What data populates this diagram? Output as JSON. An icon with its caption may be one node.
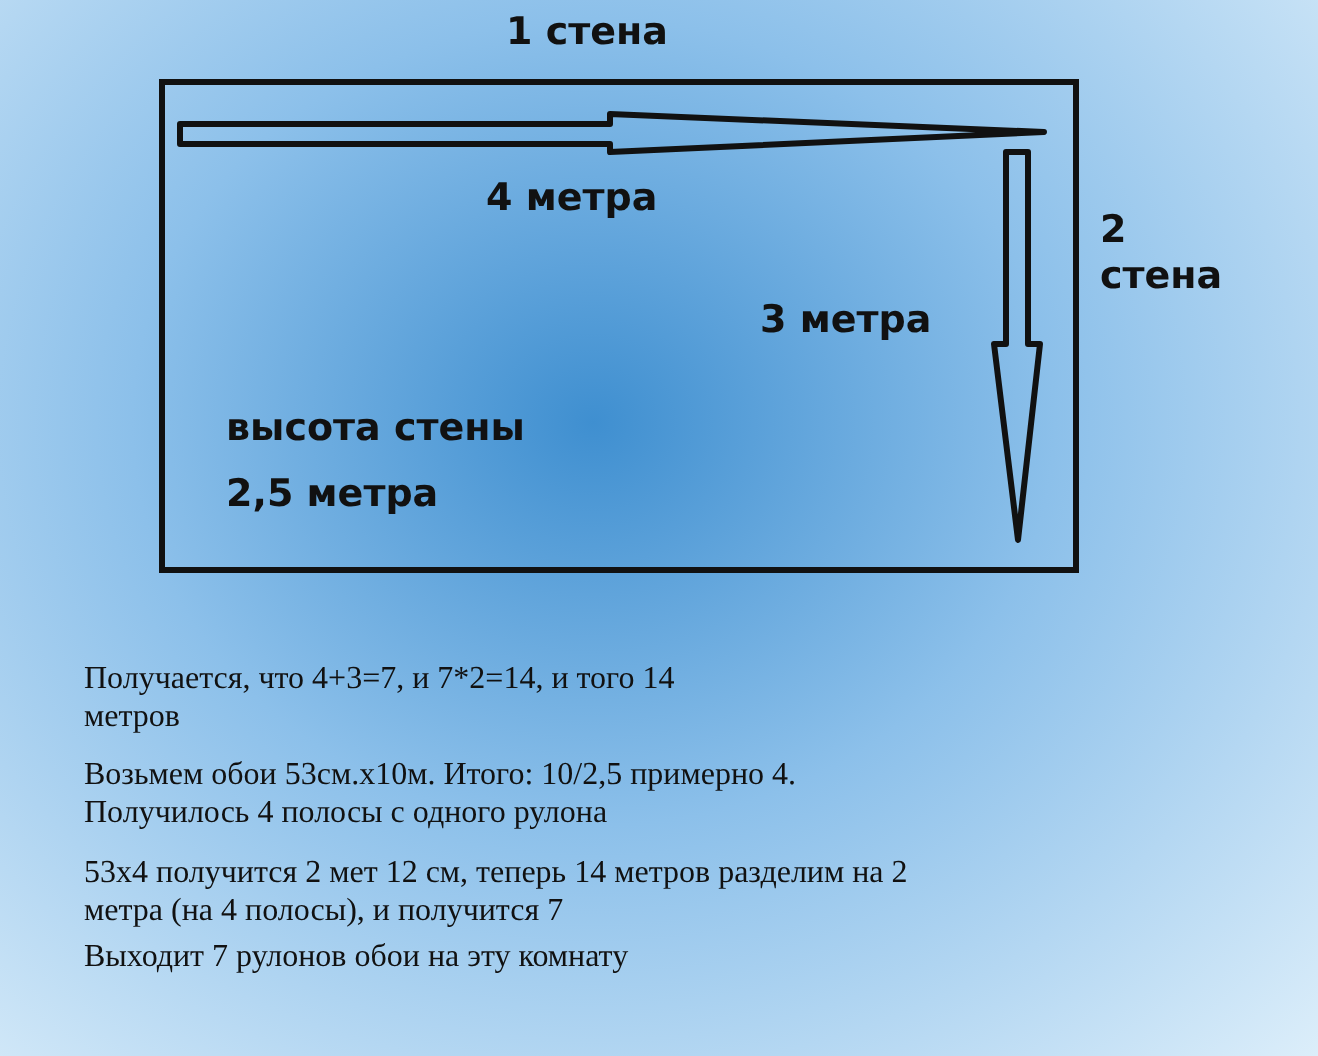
{
  "diagram": {
    "labels": [
      "1 стена",
      "4 метра",
      "2 стена",
      "3 метра",
      "высота стены",
      "2,5 метра",
      "Получается, что 4+3=7, и 7*2=14, и того 14 метров",
      "Возьмем обои 53см.х10м. Итого: 10/2,5 примерно 4. Получилось 4 полосы с одного рулона",
      "53х4 получится 2 мет 12 см, теперь 14 метров разделим на 2 метра (на 4 полосы), и получится 7",
      "Выходит 7 рулонов обои на эту комнату"
    ]
  }
}
